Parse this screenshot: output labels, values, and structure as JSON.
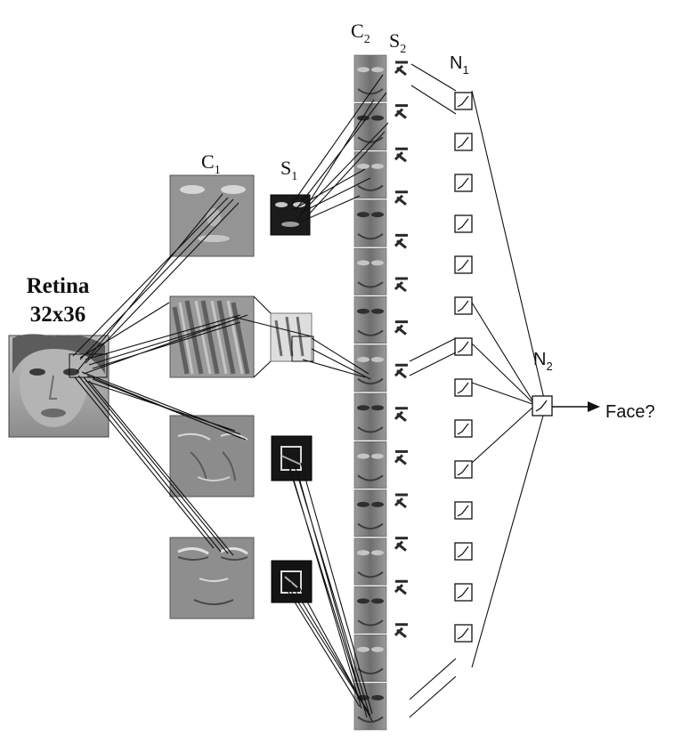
{
  "labels": {
    "retina_title": "Retina",
    "retina_size": "32x36",
    "c1": "C",
    "c1_sub": "1",
    "s1": "S",
    "s1_sub": "1",
    "c2": "C",
    "c2_sub": "2",
    "s2": "S",
    "s2_sub": "2",
    "n1": "N",
    "n1_sub": "1",
    "n2": "N",
    "n2_sub": "2",
    "output": "Face?"
  },
  "colors": {
    "line": "#111111",
    "map_gray": "#8a8a8a",
    "dark_map": "#151515"
  },
  "structure": {
    "c1_maps": 4,
    "s1_maps": 4,
    "c2_maps": 14,
    "s2_maps": 14,
    "n1_units": 14,
    "n2_units": 1
  }
}
